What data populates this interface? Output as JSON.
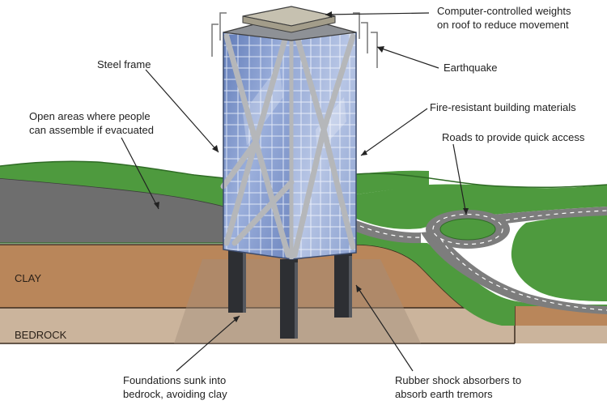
{
  "labels": {
    "weights_1": "Computer-controlled weights",
    "weights_2": "on roof to reduce movement",
    "earthquake": "Earthquake",
    "steel_frame": "Steel frame",
    "open_areas_1": "Open areas where people",
    "open_areas_2": "can assemble if evacuated",
    "fire": "Fire-resistant building materials",
    "roads": "Roads to provide quick access",
    "foundations_1": "Foundations sunk into",
    "foundations_2": "bedrock, avoiding clay",
    "rubber_1": "Rubber shock absorbers to",
    "rubber_2": "absorb earth tremors"
  },
  "layers": {
    "clay": "CLAY",
    "bedrock": "BEDROCK"
  },
  "colors": {
    "grass": "#4e9a3e",
    "grass_dark": "#2f6b25",
    "clay": "#b9865a",
    "bedrock": "#c9b29b",
    "road": "#7d7d7d",
    "glass": "#7f97c9",
    "frame": "#b5b7ba",
    "pillar": "#2d2f33"
  }
}
